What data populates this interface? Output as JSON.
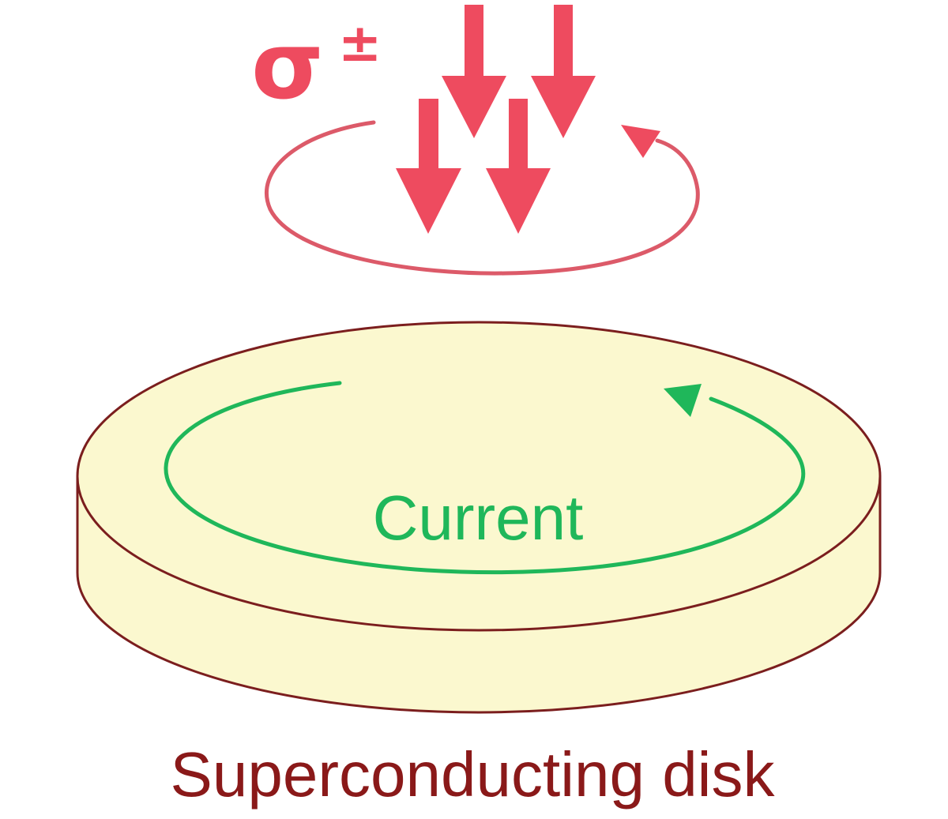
{
  "diagram": {
    "symbol": "σ",
    "symbol_superscript": "±",
    "current_label": "Current",
    "disk_label": "Superconducting disk"
  },
  "colors": {
    "photon_red": "#ee4b5f",
    "orbit_red": "#dc5a69",
    "disk_fill": "#fbf8cf",
    "disk_outline": "#7b1e1e",
    "current_green": "#1fb75a",
    "caption_dark_red": "#8a1919"
  }
}
